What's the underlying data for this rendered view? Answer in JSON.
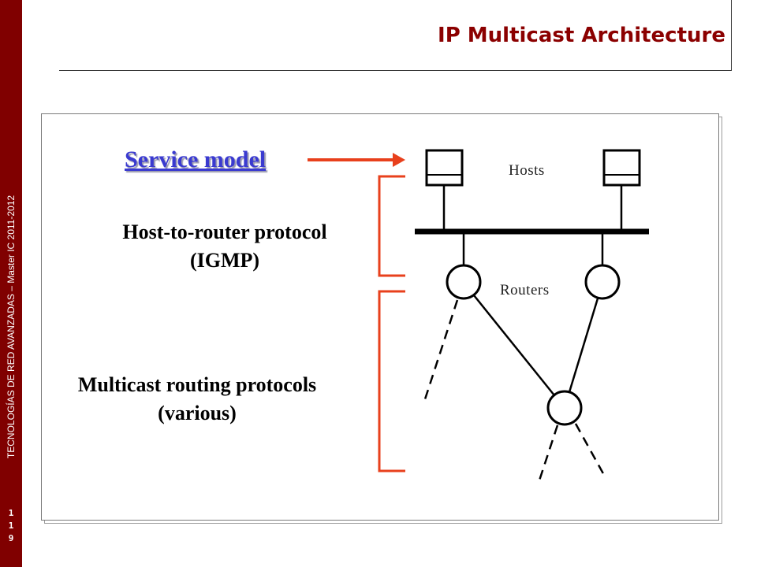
{
  "sidebar": {
    "text": "TECNOLOGÍAS DE RED AVANZADAS – Master IC 2011-2012",
    "page_digits": [
      "1",
      "1",
      "9"
    ]
  },
  "header": {
    "title": "IP Multicast Architecture"
  },
  "diagram": {
    "service_model": "Service model",
    "host_protocol_line1": "Host-to-router protocol",
    "host_protocol_line2": "(IGMP)",
    "routing_line1": "Multicast routing protocols",
    "routing_line2": "(various)",
    "hosts_label": "Hosts",
    "routers_label": "Routers"
  },
  "colors": {
    "sidebar": "#800000",
    "title": "#8b0000",
    "accent_orange": "#e8401c",
    "link_blue": "#3a3ad0"
  }
}
